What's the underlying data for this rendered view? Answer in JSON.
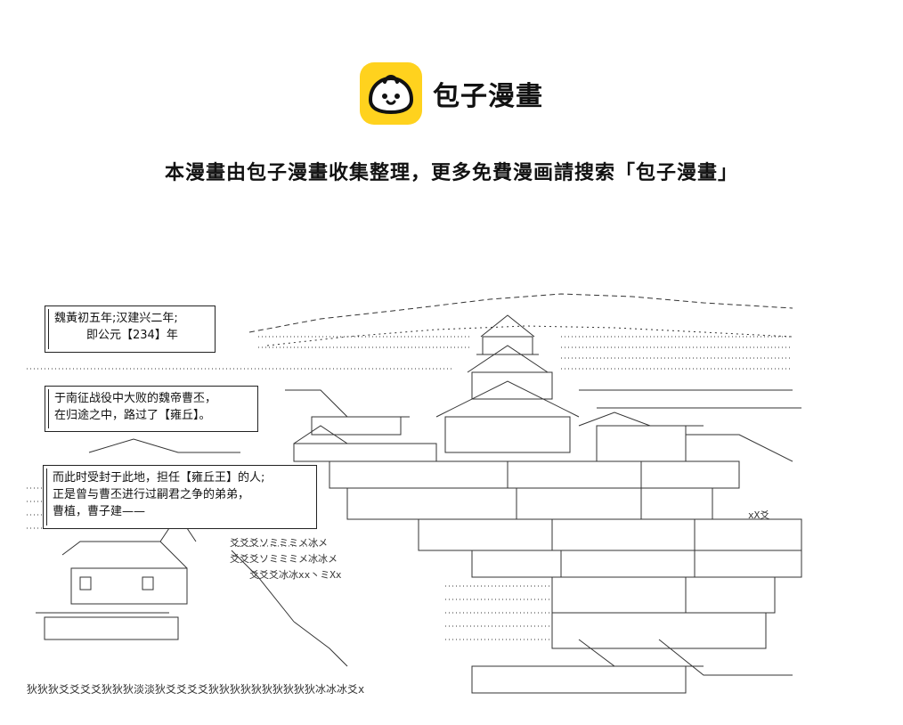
{
  "header": {
    "brand_name": "包子漫畫",
    "logo_icon": "steamed-bun-icon",
    "notice": "本漫畫由包子漫畫收集整理，更多免費漫画請搜索「包子漫畫」"
  },
  "captions": [
    {
      "lines": [
        "魏黃初五年;汉建兴二年;",
        "即公元【234】年"
      ]
    },
    {
      "lines": [
        "于南征战役中大败的魏帝曹丕，",
        "在归途之中，路过了【雍丘】。"
      ]
    },
    {
      "lines": [
        "而此时受封于此地，担任【雍丘王】的人;",
        "正是曾与曹丕进行过嗣君之争的弟弟，",
        "曹植，曹子建——"
      ]
    }
  ],
  "art_glyphs": {
    "row1": "爻爻爻ソミミミメ冰メ",
    "row2": "爻爻爻ソミミミメ冰冰メ",
    "row3": "爻爻爻冰冰xx丶ミXx",
    "row4": "狄狄狄爻爻爻爻狄狄狄淡淡狄爻爻爻爻狄狄狄狄狄狄狄狄狄狄冰冰冰爻x",
    "row5": "xX爻"
  },
  "colors": {
    "logo_bg": "#ffd21e",
    "ink": "#111111"
  }
}
